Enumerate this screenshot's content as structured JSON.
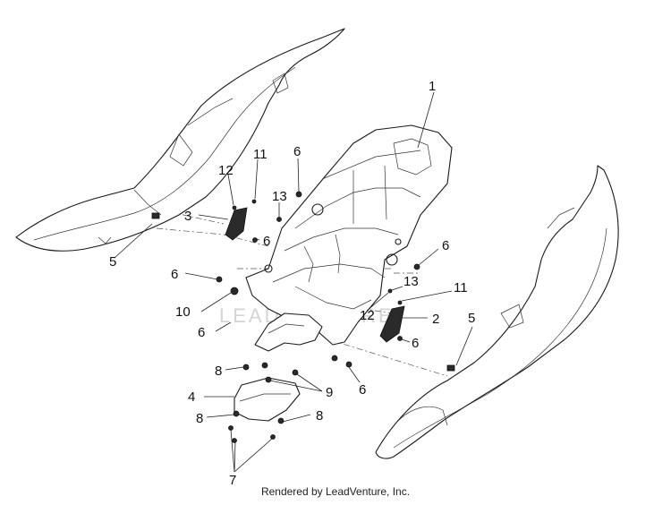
{
  "callouts": {
    "c1": "1",
    "c2": "2",
    "c3": "3",
    "c4": "4",
    "c5a": "5",
    "c5b": "5",
    "c6a": "6",
    "c6b": "6",
    "c6c": "6",
    "c6d": "6",
    "c6e": "6",
    "c6f": "6",
    "c6g": "6",
    "c7": "7",
    "c8a": "8",
    "c8b": "8",
    "c8c": "8",
    "c9": "9",
    "c10": "10",
    "c11a": "11",
    "c11b": "11",
    "c12a": "12",
    "c12b": "12",
    "c13a": "13",
    "c13b": "13"
  },
  "watermark": "LEADVENTURE",
  "footer": "Rendered by LeadVenture, Inc."
}
